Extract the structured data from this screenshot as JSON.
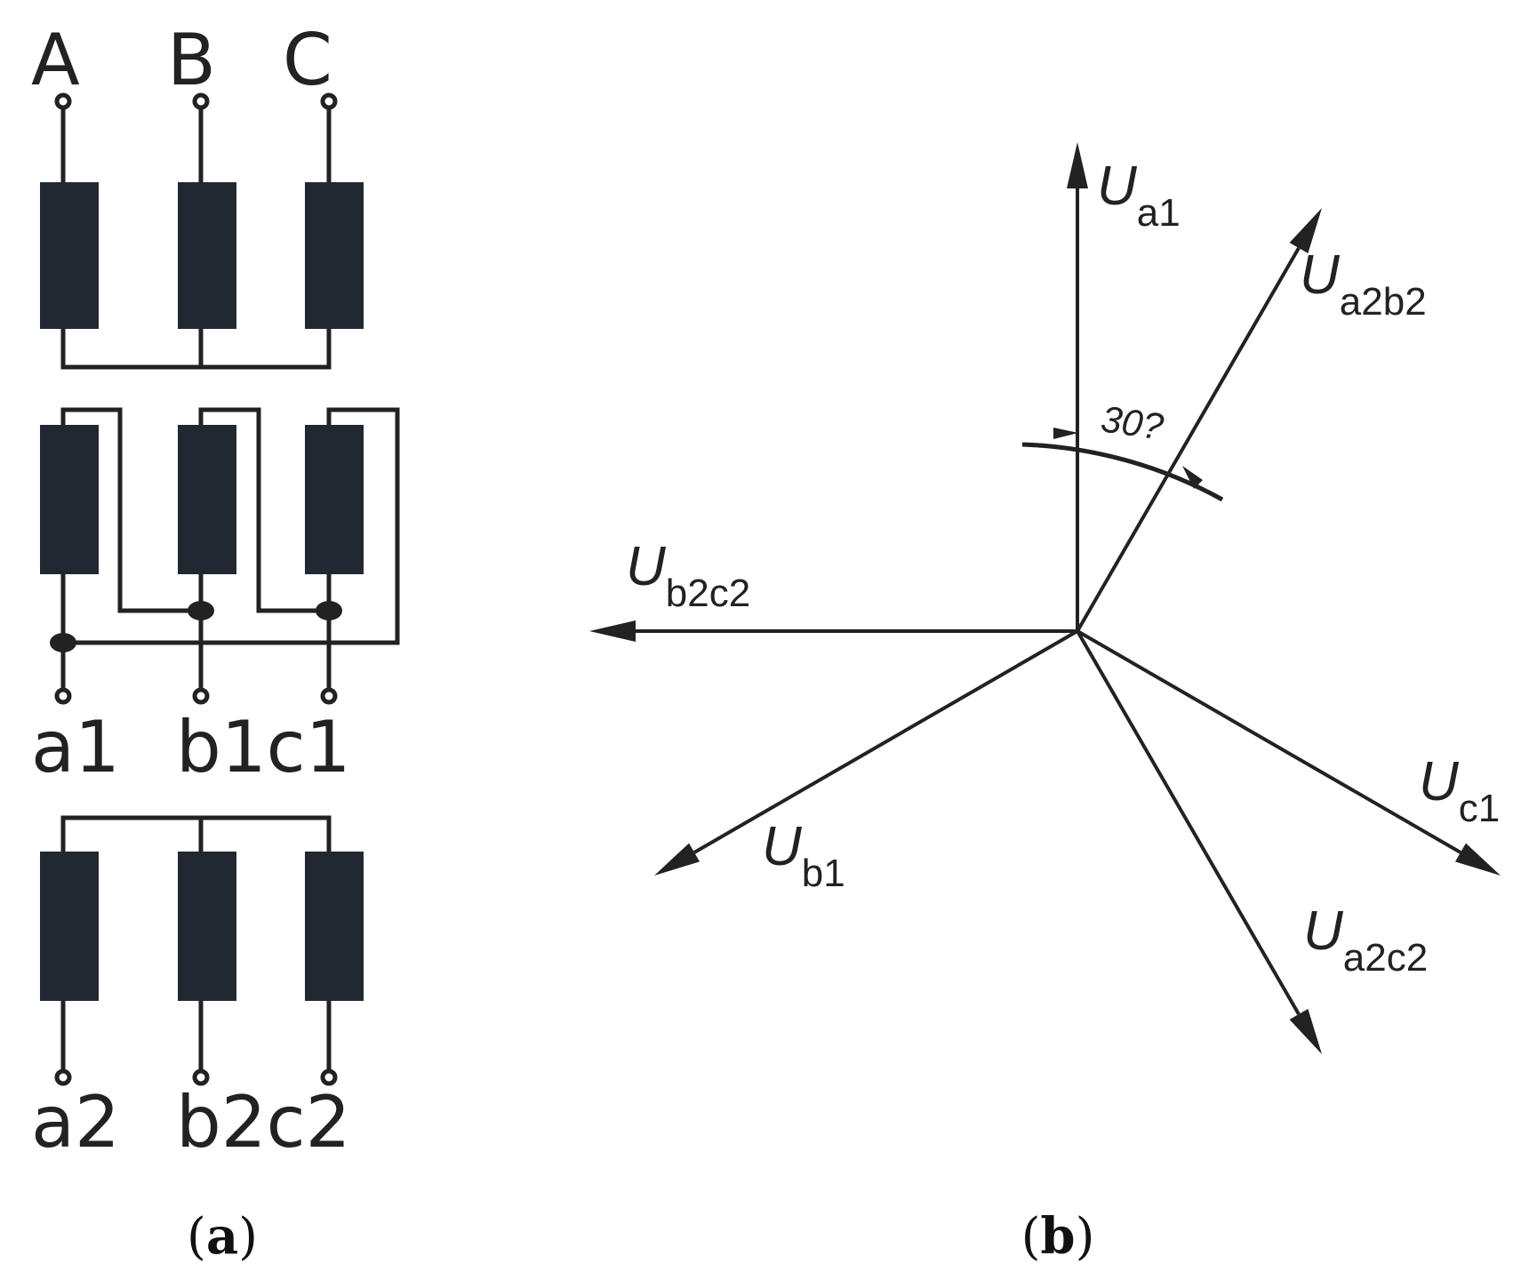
{
  "colors": {
    "ink": "#222222",
    "coil": "#222831",
    "background": "#ffffff"
  },
  "diagram_a": {
    "caption_open": "(",
    "caption_letter": "a",
    "caption_close": ")",
    "primary_terminals": [
      "A",
      "B",
      "C"
    ],
    "secondary1_labels": [
      "a1",
      "b1c1"
    ],
    "secondary2_labels": [
      "a2",
      "b2c2"
    ]
  },
  "diagram_b": {
    "caption_open": "(",
    "caption_letter": "b",
    "caption_close": ")",
    "angle_label": "30?",
    "vectors": [
      {
        "main": "U",
        "sub": "a1"
      },
      {
        "main": "U",
        "sub": "a2b2"
      },
      {
        "main": "U",
        "sub": "b2c2"
      },
      {
        "main": "U",
        "sub": "b1"
      },
      {
        "main": "U",
        "sub": "c1"
      },
      {
        "main": "U",
        "sub": "a2c2"
      }
    ]
  }
}
